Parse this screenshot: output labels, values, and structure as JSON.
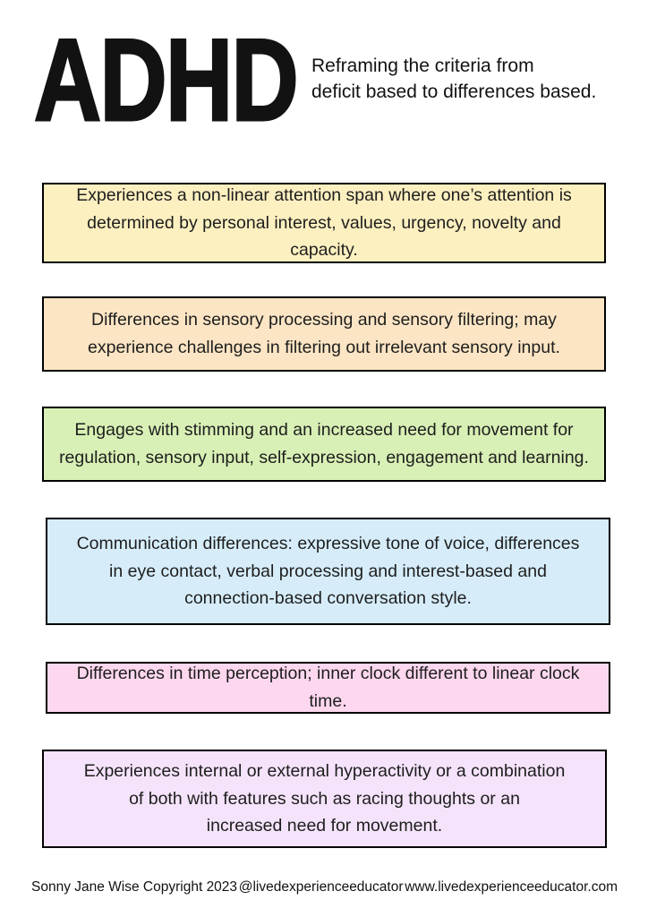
{
  "header": {
    "title": "ADHD",
    "subtitle": "Reframing the criteria from\ndeficit based to differences based."
  },
  "boxes": [
    {
      "id": "attention-span",
      "color": "#fdf0c0",
      "text": "Experiences a non-linear attention span where one’s attention is\ndetermined by personal interest, values, urgency, novelty and capacity."
    },
    {
      "id": "sensory-processing",
      "color": "#fce5c4",
      "text": "Differences in sensory processing and sensory filtering; may\nexperience challenges in filtering out irrelevant sensory input."
    },
    {
      "id": "stimming-movement",
      "color": "#d8f0b5",
      "text": "Engages with stimming and an increased need for movement for\nregulation, sensory input, self-expression, engagement and learning."
    },
    {
      "id": "communication",
      "color": "#d6edf9",
      "text": "Communication differences: expressive tone of voice, differences\nin eye contact, verbal processing and interest-based and\nconnection-based conversation style."
    },
    {
      "id": "time-perception",
      "color": "#fcd7ee",
      "text": "Differences in time perception; inner clock different to linear clock time."
    },
    {
      "id": "hyperactivity",
      "color": "#f4e3fa",
      "text": "Experiences internal or external hyperactivity or a combination\nof both with features such as racing thoughts or an\nincreased need for movement."
    }
  ],
  "footer": {
    "copyright": "Sonny Jane Wise Copyright 2023",
    "handle": "@livedexperienceeducator",
    "website": "www.livedexperienceeducator.com"
  },
  "colors": {
    "page_background": "#ffffff",
    "box_border": "#000000",
    "text": "#121212"
  }
}
